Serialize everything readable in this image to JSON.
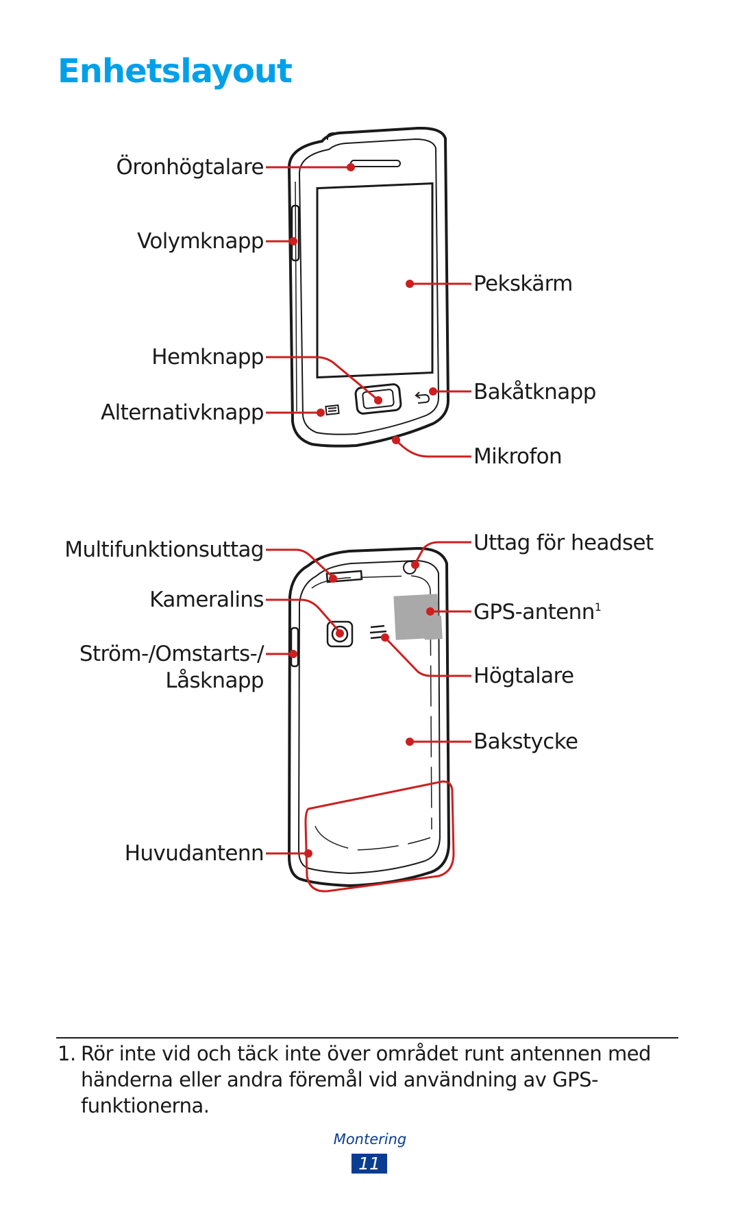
{
  "page": {
    "title": "Enhetslayout",
    "title_color": "#00a0e9",
    "accent_line_color": "#cc1f1f",
    "section_name": "Montering",
    "section_color": "#0a3d91",
    "page_number": "11",
    "page_number_bg": "#0a3d91"
  },
  "front_labels": {
    "earpiece": "Öronhögtalare",
    "volume_key": "Volymknapp",
    "touch_screen": "Pekskärm",
    "home_key": "Hemknapp",
    "back_key": "Bakåtknapp",
    "menu_key": "Alternativknapp",
    "microphone": "Mikrofon"
  },
  "back_labels": {
    "multifunction_jack": "Multifunktionsuttag",
    "headset_jack": "Uttag för headset",
    "camera_lens": "Kameralins",
    "gps_antenna": "GPS-antenn",
    "gps_footnote_mark": "1",
    "power_key_line1": "Ström-/Omstarts-/",
    "power_key_line2": "Låsknapp",
    "speaker": "Högtalare",
    "back_cover": "Bakstycke",
    "main_antenna": "Huvudantenn"
  },
  "footnote": {
    "number": "1.",
    "text": "Rör inte vid och täck inte över området runt antennen med händerna eller andra föremål vid användning av GPS-funktionerna."
  }
}
